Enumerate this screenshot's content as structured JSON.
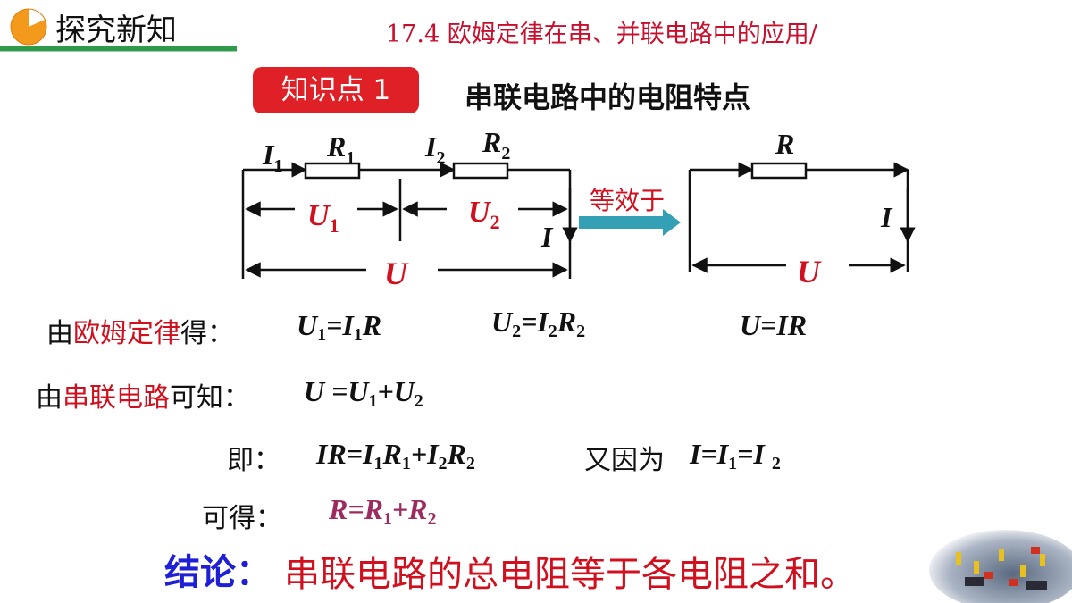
{
  "header": {
    "title": "探究新知",
    "lesson": "17.4 欧姆定律在串、并联电路中的应用/"
  },
  "badge": "知识点 1",
  "topic": "串联电路中的电阻特点",
  "diagram": {
    "labels": {
      "I1": "I",
      "I1_sub": "1",
      "R1": "R",
      "R1_sub": "1",
      "I2": "I",
      "I2_sub": "2",
      "R2": "R",
      "R2_sub": "2",
      "U1": "U",
      "U1_sub": "1",
      "U2": "U",
      "U2_sub": "2",
      "I": "I",
      "U": "U",
      "equiv": "等效于",
      "R": "R",
      "I_right": "I",
      "U_right": "U"
    }
  },
  "line1": {
    "prefix": "由",
    "law": "欧姆定律",
    "suffix": "得：",
    "eq1": [
      "U",
      "1",
      "=I",
      "1",
      "R"
    ],
    "eq2": [
      "U",
      "2",
      "=I",
      "2",
      "R",
      "2"
    ],
    "eq3": "U=IR"
  },
  "line2": {
    "prefix": "由",
    "term": "串联电路",
    "suffix": "可知：",
    "eq": [
      "U =U",
      "1",
      "+U",
      "2"
    ]
  },
  "line3": {
    "label": "即：",
    "eq": [
      "IR=I",
      "1",
      "R",
      "1",
      "+I",
      "2",
      "R",
      "2"
    ],
    "also": "又因为",
    "eq2": [
      "I=I",
      "1",
      "=I ",
      "2"
    ]
  },
  "line4": {
    "label": "可得：",
    "eq": [
      "R=R",
      "1",
      "+R",
      "2"
    ]
  },
  "conclusion": {
    "head": "结论：",
    "body": "串联电路的总电阻等于各电阻之和。"
  },
  "colors": {
    "accent_red": "#d0101e",
    "badge": "#e02027",
    "conclusion_blue": "#1f1fd6",
    "header_green": "#2e9a4a"
  }
}
